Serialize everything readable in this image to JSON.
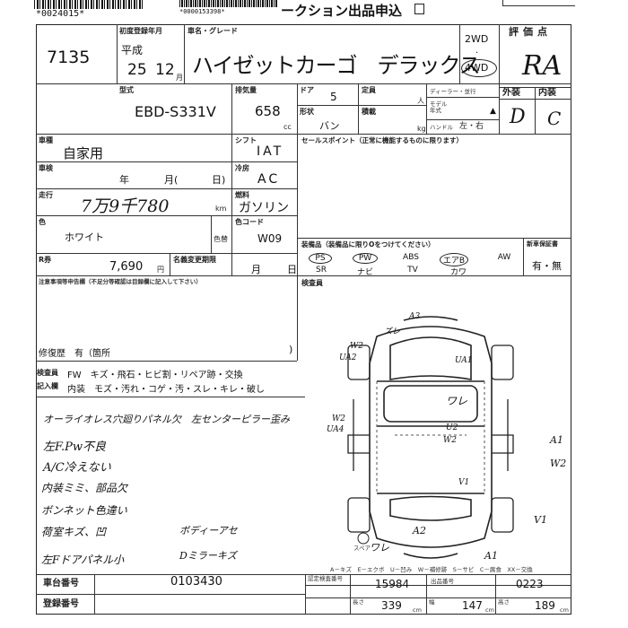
{
  "header": {
    "barcode_text": "*0024015*",
    "barcode2_text": "*0000153398*",
    "title": "ークション出品申込"
  },
  "listing": {
    "number": "7135",
    "first_reg_label": "初度登録年月",
    "era": "平成",
    "year": "25",
    "month": "12",
    "month_unit": "月",
    "vehicle_label": "車名・グレード",
    "vehicle_name": "ハイゼットカーゴ　デラックス",
    "drive_2wd": "2WD",
    "drive_4wd": "4WD",
    "score_label": "評価点",
    "score": "RA",
    "ext_label": "外装",
    "int_label": "内装",
    "ext_grade": "D",
    "int_grade": "C"
  },
  "specs": {
    "model_label": "型式",
    "model": "EBD-S331V",
    "displacement_label": "排気量",
    "displacement": "658",
    "displacement_unit": "cc",
    "doors_label": "ドア",
    "doors": "5",
    "capacity_label": "定員",
    "capacity_unit": "人",
    "body_label": "形状",
    "body": "バン",
    "load_label": "積載",
    "load_unit": "kg",
    "dealer_label": "ディーラー・並行",
    "model_year_label": "モデル年式",
    "steering_label": "ハンドル",
    "steering": "左・右",
    "use_label": "車種",
    "use": "自家用",
    "shift_label": "シフト",
    "shift": "IAT",
    "inspection_label": "車検",
    "inspection_year": "年",
    "inspection_month": "月(",
    "inspection_day": "日)",
    "ac_label": "冷房",
    "ac": "AC",
    "mileage_label": "走行",
    "mileage": "7万9千780",
    "mileage_unit": "km",
    "fuel_label": "燃料",
    "fuel": "ガソリン",
    "color_label": "色",
    "color": "ホワイト",
    "color_change_label": "色替",
    "color_code_label": "色コード",
    "color_code": "W09",
    "recycle_label": "R券",
    "recycle_amount": "7,690",
    "recycle_unit": "円",
    "name_change_label": "名義変更期限",
    "name_change_month": "月",
    "name_change_day": "日",
    "sales_points_label": "セールスポイント（正常に機能するものに限ります）",
    "equipment_label": "装備品（装備品に限りOをつけてください）",
    "equipment": [
      "PS",
      "PW",
      "ABS",
      "エアB",
      "AW",
      "SR",
      "ナビ",
      "TV",
      "カワ"
    ],
    "new_car_warranty_label": "新車保証書",
    "new_car_warranty": "有・無",
    "inspector_label": "検査員"
  },
  "notes": {
    "notes_label": "注意事項等申告欄（不足分等確認は目録欄に記入して下さい）",
    "repair_history": "修復歴　有（箇所",
    "checklist_label": "検査員",
    "checklist_row1": "FW　キズ・飛石・ヒビ割・リペア跡・交換",
    "entry_label": "記入欄",
    "checklist_row2": "内装　モズ・汚れ・コゲ・汚・スレ・キレ・破し"
  },
  "handwritten": {
    "lines": [
      "オーライオレス穴廻りパネル欠　左センターピラー歪み",
      "左F.Pw不良",
      "A/C冷えない",
      "内装ミミ、部品欠",
      "ボンネット色違い",
      "荷室キズ、凹",
      "左Fドアパネル小"
    ],
    "side_notes": [
      "ボディーアセ",
      "Dミラーキズ"
    ]
  },
  "diagram": {
    "marks": [
      "A3",
      "ズレ",
      "W2",
      "UA2",
      "UA1",
      "ワレ",
      "W2",
      "UA4",
      "U2",
      "W2",
      "A1",
      "W2",
      "V1",
      "V1",
      "ワレ",
      "A2",
      "A1"
    ],
    "spare_label": "スペア",
    "legend": "A－キズ　E－エクボ　U－凹み　W－補修跡　S－サビ　C－腐食　XX－交換"
  },
  "footer": {
    "car_number_label": "車台番号",
    "car_number": "0103430",
    "reg_number_label": "登録番号",
    "certified_label": "認定検査番号",
    "certified_number": "15984",
    "exhibit_label": "出品番号",
    "exhibit_number": "0223",
    "length_label": "長さ",
    "length": "339",
    "length_unit": "cm",
    "width_label": "幅",
    "width": "147",
    "width_unit": "cm",
    "height_label": "高さ",
    "height": "189",
    "height_unit": "cm"
  }
}
